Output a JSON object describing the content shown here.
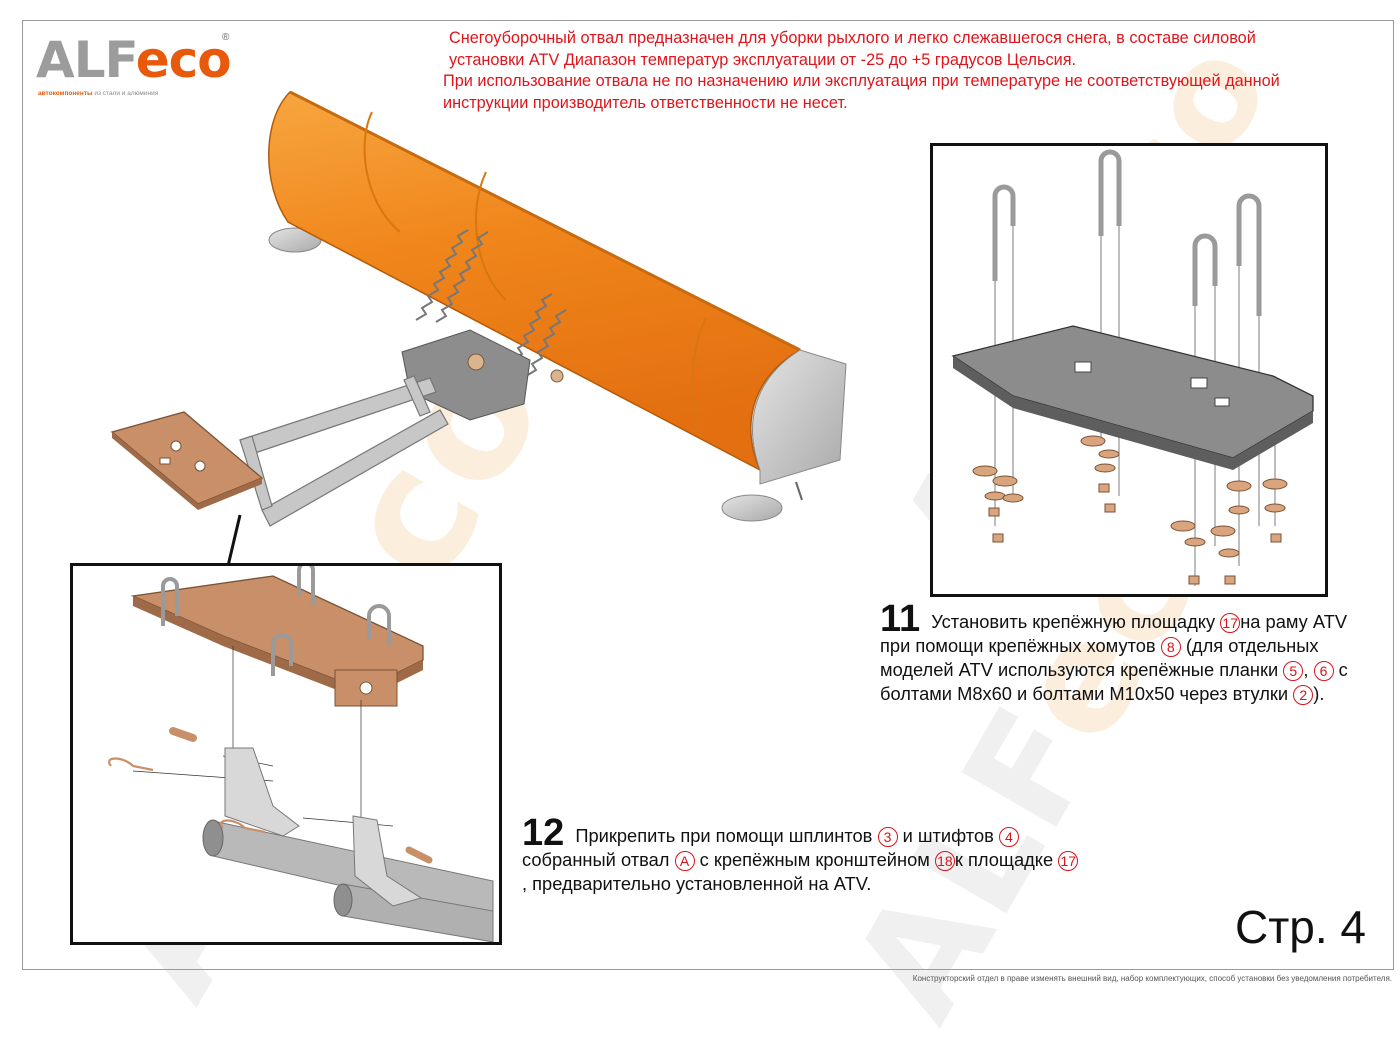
{
  "logo": {
    "brand_left": "ALF",
    "brand_right": "eco",
    "registered": "®",
    "tagline_part1": "автокомпоненты",
    "tagline_part2": "из стали и алюминия"
  },
  "warning": {
    "line1": "Снегоуборочный отвал предназначен для уборки рыхлого и легко слежавшегося снега, в составе силовой",
    "line2": "установки ATV Диапазон температур эксплуатации  от -25 до +5 градусов Цельсия.",
    "line3": "При использование отвала не по назначению или эксплуатация при температуре не соответствующей данной",
    "line4": "инструкции производитель ответственности не несет."
  },
  "step11": {
    "number": "11",
    "t1": "Установить крепёжную площадку",
    "r1": "17",
    "t2": "на раму ATV при помощи крепёжных хомутов",
    "r2": "8",
    "t3": "(для отдельных моделей ATV используются крепёжные планки",
    "r3": "5",
    "t4": ",",
    "r4": "6",
    "t5": "с болтами М8х60 и болтами М10х50 через втулки",
    "r5": "2",
    "t6": ")."
  },
  "step12": {
    "number": "12",
    "t1": "Прикрепить при помощи шплинтов",
    "r1": "3",
    "t2": "и штифтов",
    "r2": "4",
    "t3": "собранный отвал",
    "r3": "A",
    "t4": "с крепёжным кронштейном",
    "r4": "18",
    "t5": "к площадке",
    "r5": "17",
    "t6": ", предварительно установленной на ATV."
  },
  "page_label": "Стр. 4",
  "footnote": "Конструкторский отдел в праве изменять внешний вид, набор комплектующих, способ установки без уведомления потребителя.",
  "watermark_left": "ALF",
  "watermark_right": "eco",
  "colors": {
    "blade_orange": "#f08a1c",
    "plate_copper": "#c98f68",
    "plate_gray": "#7d7d7d",
    "warning_red": "#e1141b",
    "ref_circle_red": "#d8141b",
    "brand_orange": "#e8590c"
  }
}
